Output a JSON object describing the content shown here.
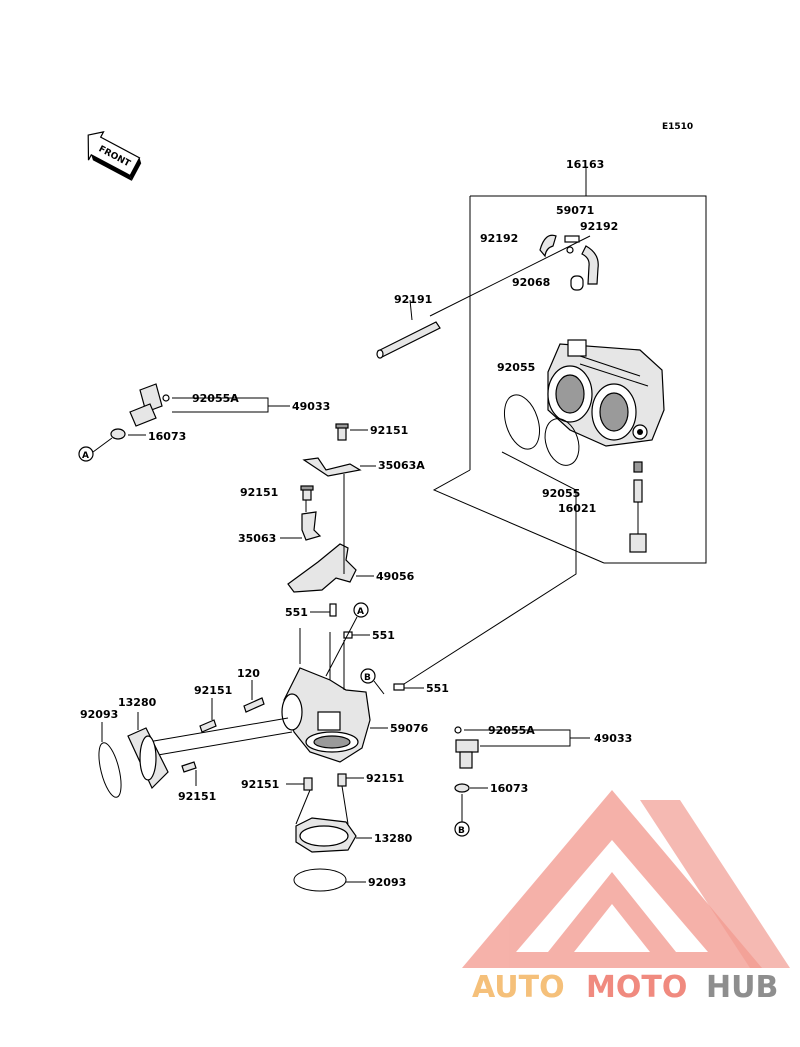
{
  "figure_code": "E1510",
  "front_label": "FRONT",
  "labels": {
    "p16163": "16163",
    "p59071": "59071",
    "p92192_l": "92192",
    "p92192_r": "92192",
    "p92068": "92068",
    "p92191": "92191",
    "p92055_top": "92055",
    "p92055_bot": "92055",
    "p16021": "16021",
    "p92055A_1": "92055A",
    "p49033_1": "49033",
    "p16073_1": "16073",
    "p92151_a": "92151",
    "p35063A": "35063A",
    "p92151_b": "92151",
    "p35063": "35063",
    "p49056": "49056",
    "p551_a": "551",
    "p551_b": "551",
    "p551_c": "551",
    "p120": "120",
    "p92151_c": "92151",
    "p13280_a": "13280",
    "p92093_a": "92093",
    "p59076": "59076",
    "p92151_d": "92151",
    "p92151_e": "92151",
    "p92151_f": "92151",
    "p13280_b": "13280",
    "p92093_b": "92093",
    "p92055A_2": "92055A",
    "p49033_2": "49033",
    "p16073_2": "16073"
  },
  "callouts": {
    "a1": "A",
    "a2": "A",
    "b1": "B",
    "b2": "B"
  },
  "watermark": {
    "part1": "AUTO",
    "part2": "MOTO",
    "part3": "HUB",
    "color_auto": "#f5c07a",
    "color_moto": "#f08a7f",
    "color_hub": "#8e8e8e",
    "logo_color": "#f08a7f"
  }
}
